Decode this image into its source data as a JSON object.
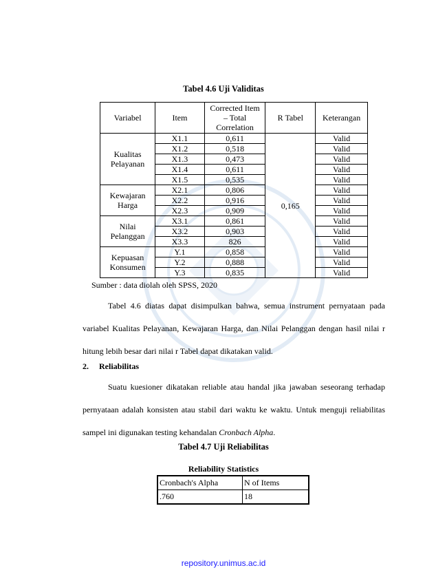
{
  "table46": {
    "title": "Tabel 4.6 Uji Validitas",
    "headers": [
      "Variabel",
      "Item",
      "Corrected Item – Total Correlation",
      "R Tabel",
      "Keterangan"
    ],
    "groups": [
      {
        "variable": "Kualitas Pelayanan",
        "rows": [
          {
            "item": "X1.1",
            "corr": "0,611",
            "ket": "Valid"
          },
          {
            "item": "X1.2",
            "corr": "0,518",
            "ket": "Valid"
          },
          {
            "item": "X1.3",
            "corr": "0,473",
            "ket": "Valid"
          },
          {
            "item": "X1.4",
            "corr": "0,611",
            "ket": "Valid"
          },
          {
            "item": "X1.5",
            "corr": "0,535",
            "ket": "Valid"
          }
        ]
      },
      {
        "variable": "Kewajaran Harga",
        "rows": [
          {
            "item": "X2.1",
            "corr": "0,806",
            "ket": "Valid"
          },
          {
            "item": "X2.2",
            "corr": "0,916",
            "ket": "Valid"
          },
          {
            "item": "X2.3",
            "corr": "0,909",
            "ket": "Valid"
          }
        ]
      },
      {
        "variable": "Nilai Pelanggan",
        "rows": [
          {
            "item": "X3.1",
            "corr": "0,861",
            "ket": "Valid"
          },
          {
            "item": "X3.2",
            "corr": "0,903",
            "ket": "Valid"
          },
          {
            "item": "X3.3",
            "corr": "826",
            "ket": "Valid"
          }
        ]
      },
      {
        "variable": "Kepuasan Konsumen",
        "rows": [
          {
            "item": "Y.1",
            "corr": "0,858",
            "ket": "Valid"
          },
          {
            "item": "Y.2",
            "corr": "0,888",
            "ket": "Valid"
          },
          {
            "item": "Y.3",
            "corr": "0,835",
            "ket": "Valid"
          }
        ]
      }
    ],
    "r_tabel": "0,165",
    "source": "Sumber : data diolah oleh SPSS, 2020"
  },
  "paragraph1": "Tabel 4.6 diatas dapat disimpulkan bahwa, semua instrument pernyataan pada variabel Kualitas Pelayanan, Kewajaran Harga, dan Nilai Pelanggan dengan hasil nilai r hitung lebih besar dari nilai r Tabel dapat dikatakan valid.",
  "section": {
    "number": "2.",
    "title": "Reliabilitas"
  },
  "paragraph2": {
    "text": "Suatu kuesioner dikatakan reliable atau handal jika jawaban seseorang terhadap pernyataan adalah konsisten atau stabil dari waktu ke waktu. Untuk menguji reliabilitas sampel ini digunakan testing kehandalan ",
    "italic": "Cronbach Alpha",
    "end": "."
  },
  "table47": {
    "title": "Tabel 4.7 Uji Reliabilitas",
    "subtitle": "Reliability Statistics",
    "headers": [
      "Cronbach's Alpha",
      "N of Items"
    ],
    "values": [
      ".760",
      "18"
    ]
  },
  "footer": "repository.unimus.ac.id"
}
